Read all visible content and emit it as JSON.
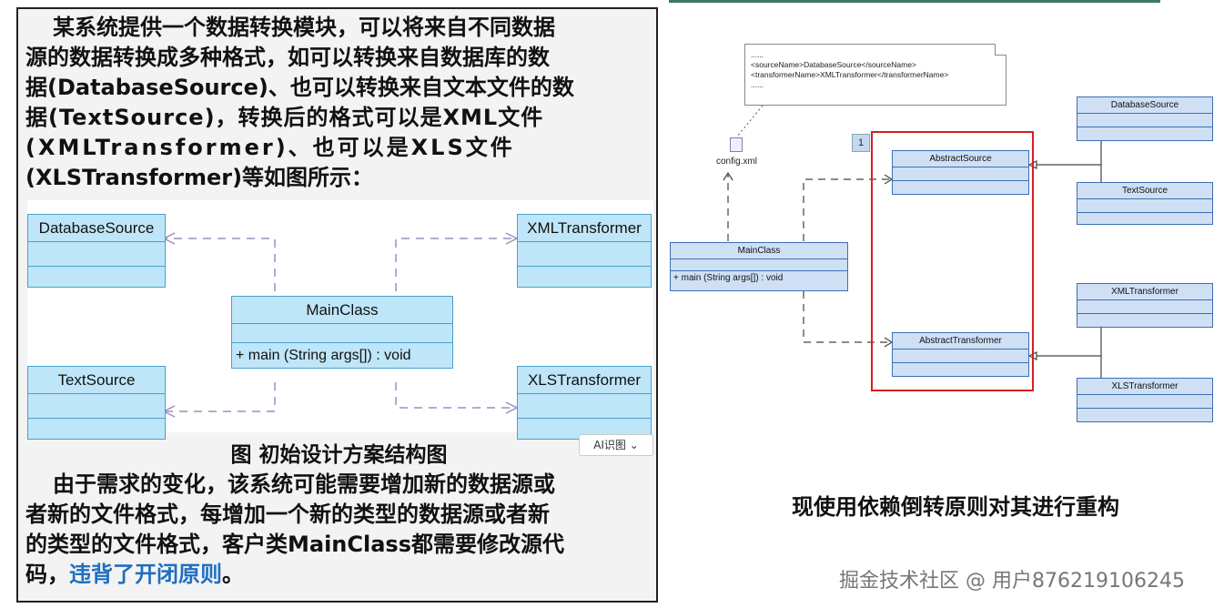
{
  "left": {
    "para1": [
      "某系统提供一个数据转换模块，可以将来自不同数据",
      "源的数据转换成多种格式，如可以转换来自数据库的数",
      "据(DatabaseSource)、也可以转换来自文本文件的数",
      "据(TextSource)，转换后的格式可以是XML文件",
      "(XMLTransformer)、也可以是XLS文件",
      "(XLSTransformer)等如图所示："
    ],
    "caption": "图 初始设计方案结构图",
    "ai_chip": "AI识图 ⌄",
    "para2": [
      "由于需求的变化，该系统可能需要增加新的数据源或",
      "者新的文件格式，每增加一个新的类型的数据源或者新",
      "的类型的文件格式，客户类MainClass都需要修改源代"
    ],
    "para2_last_a": "码，",
    "para2_last_hl": "违背了开闭原则",
    "para2_last_b": "。",
    "classes": {
      "database_source": "DatabaseSource",
      "text_source": "TextSource",
      "main_class": "MainClass",
      "main_op": "+ main (String args[]) : void",
      "xml_transformer": "XMLTransformer",
      "xls_transformer": "XLSTransformer"
    }
  },
  "right": {
    "note_lines": [
      "......",
      "<sourceName>DatabaseSource</sourceName>",
      "<transformerName>XMLTransformer</transformerName>",
      "......"
    ],
    "config_label": "config.xml",
    "badge": "1",
    "classes": {
      "main_class": "MainClass",
      "main_op": "+ main (String args[]) : void",
      "abstract_source": "AbstractSource",
      "abstract_transformer": "AbstractTransformer",
      "database_source": "DatabaseSource",
      "text_source": "TextSource",
      "xml_transformer": "XMLTransformer",
      "xls_transformer": "XLSTransformer"
    },
    "title": "现使用依赖倒转原则对其进行重构"
  },
  "watermark": "掘金技术社区 @ 用户876219106245",
  "colors": {
    "highlight": "#1f6fbf",
    "red_frame": "#d62020",
    "uml_fill_left": "#bfe6f8",
    "uml_fill_right": "#cfe0f5"
  }
}
